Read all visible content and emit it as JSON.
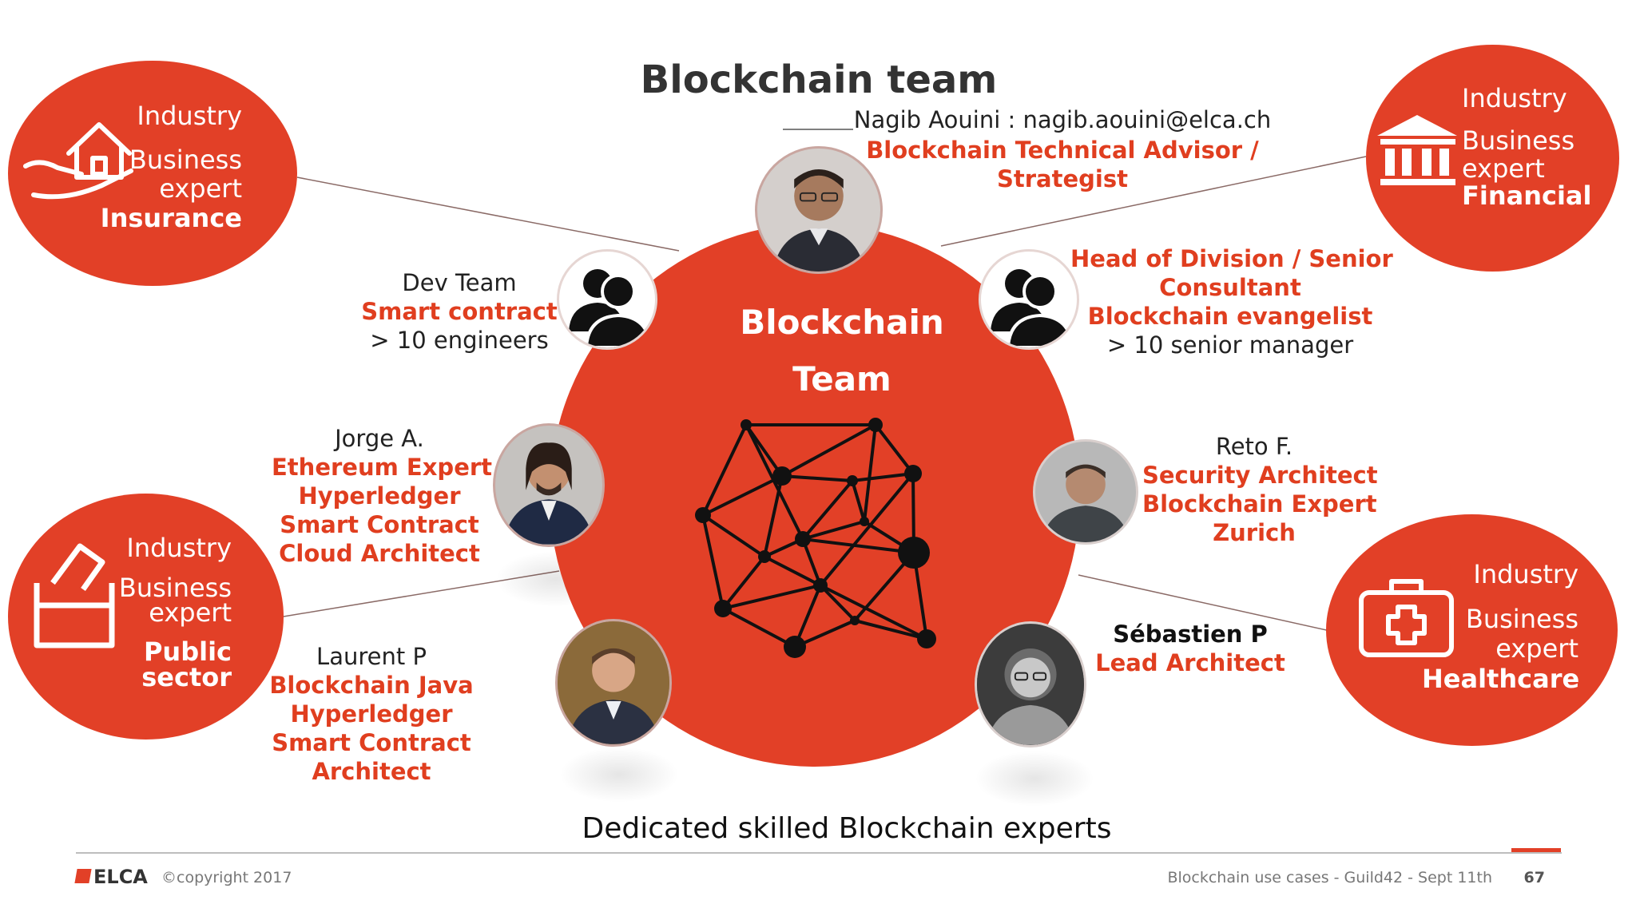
{
  "slide": {
    "title": "Blockchain team",
    "subtitle": "Dedicated skilled Blockchain experts",
    "center": {
      "line1": "Blockchain",
      "line2": "Team"
    }
  },
  "lead": {
    "name": "Nagib Aouini : nagib.aouini@elca.ch",
    "role1": "Blockchain Technical Advisor /",
    "role2": "Strategist"
  },
  "members": {
    "dev_team": {
      "name": "Dev Team",
      "role": "Smart contract",
      "count": "> 10 engineers"
    },
    "head": {
      "role1": "Head of Division / Senior",
      "role2": "Consultant",
      "role3": "Blockchain evangelist",
      "count": "> 10 senior manager"
    },
    "jorge": {
      "name": "Jorge A.",
      "roles": [
        "Ethereum Expert",
        "Hyperledger",
        "Smart Contract",
        "Cloud Architect"
      ]
    },
    "reto": {
      "name": "Reto F.",
      "roles": [
        "Security Architect",
        "Blockchain Expert",
        "Zurich"
      ]
    },
    "laurent": {
      "name": "Laurent P",
      "roles": [
        "Blockchain Java",
        "Hyperledger",
        "Smart Contract",
        "Architect"
      ]
    },
    "sebastien": {
      "name": "Sébastien P",
      "role": "Lead Architect"
    }
  },
  "industries": {
    "insurance": {
      "line1": "Industry",
      "line2": "Business",
      "line3": "expert",
      "sector": "Insurance",
      "icon": "house-in-hand-icon"
    },
    "financial": {
      "line1": "Industry",
      "line2": "Business",
      "line3": "expert",
      "sector": "Financial",
      "icon": "bank-icon"
    },
    "public": {
      "line1": "Industry",
      "line2": "Business",
      "line3": "expert",
      "sector1": "Public",
      "sector2": "sector",
      "icon": "ballot-box-icon"
    },
    "healthcare": {
      "line1": "Industry",
      "line2": "Business",
      "line3": "expert",
      "sector": "Healthcare",
      "icon": "first-aid-kit-icon"
    }
  },
  "footer": {
    "brand": "ELCA",
    "copyright": "©copyright 2017",
    "event": "Blockchain use cases - Guild42 - Sept 11th",
    "page": "67"
  },
  "colors": {
    "accent": "#e24027",
    "text_orange": "#e03e1f",
    "dark": "#222222"
  }
}
